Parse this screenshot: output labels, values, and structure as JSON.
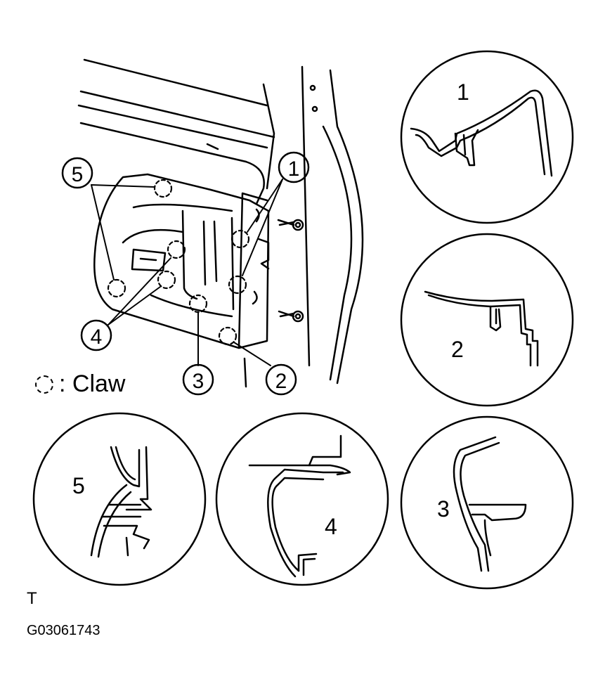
{
  "legend": {
    "text": ": Claw"
  },
  "callouts": [
    "1",
    "2",
    "3",
    "4",
    "5"
  ],
  "detail_labels": [
    "1",
    "2",
    "3",
    "4",
    "5"
  ],
  "corner_mark": "T",
  "figure_code": "G03061743",
  "colors": {
    "line": "#000000",
    "background": "#ffffff"
  }
}
